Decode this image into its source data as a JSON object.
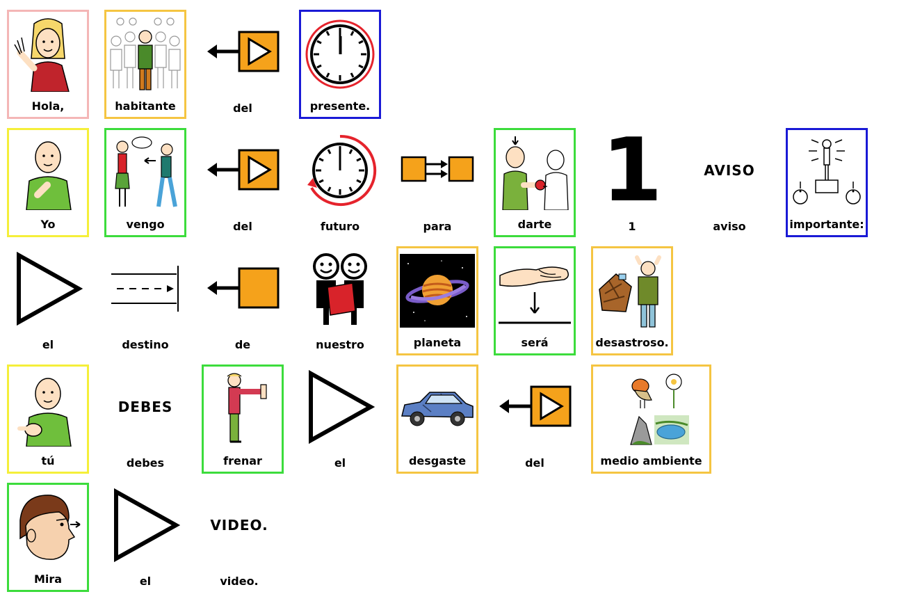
{
  "rows": [
    [
      {
        "label": "Hola,",
        "icon": "waving-girl-icon",
        "border": "#f4b6b6"
      },
      {
        "label": "habitante",
        "icon": "inhabitant-crowd-icon",
        "border": "#f5c542"
      },
      {
        "label": "del",
        "icon": "arrow-from-play-icon",
        "border": null
      },
      {
        "label": "presente.",
        "icon": "clock-present-icon",
        "border": "#1a1ad6"
      }
    ],
    [
      {
        "label": "Yo",
        "icon": "self-pointing-man-icon",
        "border": "#f5ef3a"
      },
      {
        "label": "vengo",
        "icon": "coming-people-icon",
        "border": "#3cdc3c"
      },
      {
        "label": "del",
        "icon": "arrow-from-play-icon",
        "border": null
      },
      {
        "label": "futuro",
        "icon": "clock-future-icon",
        "border": null
      },
      {
        "label": "para",
        "icon": "for-boxes-icon",
        "border": null
      },
      {
        "label": "darte",
        "icon": "giving-ball-icon",
        "border": "#3cdc3c"
      },
      {
        "label": "1",
        "icon": "number-one-icon",
        "glyph": "1",
        "border": null
      },
      {
        "label": "aviso",
        "icon": "text-word-icon",
        "glyph": "AVISO",
        "border": null
      },
      {
        "label": "importante:",
        "icon": "important-person-icon",
        "border": "#1a1ad6"
      }
    ],
    [
      {
        "label": "el",
        "icon": "article-triangle-icon",
        "border": null
      },
      {
        "label": "destino",
        "icon": "destination-lines-icon",
        "border": null
      },
      {
        "label": "de",
        "icon": "arrow-from-box-icon",
        "border": null
      },
      {
        "label": "nuestro",
        "icon": "our-people-icon",
        "border": null
      },
      {
        "label": "planeta",
        "icon": "planet-icon",
        "border": "#f5c542"
      },
      {
        "label": "será",
        "icon": "will-be-hand-icon",
        "border": "#3cdc3c"
      },
      {
        "label": "desastroso.",
        "icon": "disaster-icon",
        "border": "#f5c542"
      }
    ],
    [
      {
        "label": "tú",
        "icon": "pointing-you-man-icon",
        "border": "#f5ef3a"
      },
      {
        "label": "debes",
        "icon": "text-word-icon",
        "glyph": "DEBES",
        "border": null
      },
      {
        "label": "frenar",
        "icon": "stop-gesture-icon",
        "border": "#3cdc3c"
      },
      {
        "label": "el",
        "icon": "article-triangle-icon",
        "border": null
      },
      {
        "label": "desgaste",
        "icon": "damaged-car-icon",
        "border": "#f5c542"
      },
      {
        "label": "del",
        "icon": "arrow-from-play-icon",
        "border": null
      },
      {
        "label": "medio ambiente",
        "icon": "environment-icon",
        "border": "#f5c542"
      }
    ],
    [
      {
        "label": "Mira",
        "icon": "looking-face-icon",
        "border": "#3cdc3c"
      },
      {
        "label": "el",
        "icon": "article-triangle-icon",
        "border": null
      },
      {
        "label": "video.",
        "icon": "text-word-icon",
        "glyph": "VIDEO.",
        "border": null
      }
    ]
  ]
}
